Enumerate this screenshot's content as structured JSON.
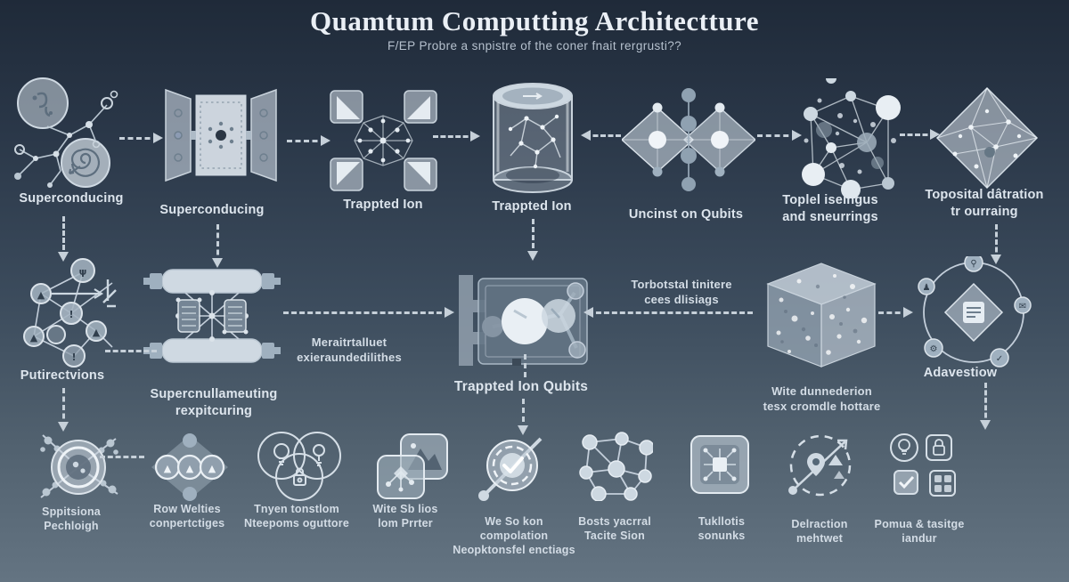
{
  "title": "Quamtum Computting Architectture",
  "subtitle": "F/EP Probre a snpistre of the coner fnait rergrusti??",
  "colors": {
    "background_top": "#1f2a39",
    "background_bottom": "#647482",
    "label_text": "#dde5ed",
    "subtitle_text": "#b6c1ce",
    "arrow": "#c6d0d9",
    "icon_light": "#dfe7ee",
    "icon_mid": "#a9b8c5"
  },
  "row1": {
    "items": [
      {
        "icon": "molecule-sketch-icon",
        "label": "Superconducing"
      },
      {
        "icon": "vacuum-chamber-icon",
        "label": "Superconducing"
      },
      {
        "icon": "ion-trap-x-icon",
        "label": "Trappted Ion"
      },
      {
        "icon": "glass-cylinder-icon",
        "label": "Trappted Ion"
      },
      {
        "icon": "twin-diamonds-icon",
        "label": "Uncinst on Qubits"
      },
      {
        "icon": "network-cluster-icon",
        "label": "Toplel iseingus\nand sneurrings"
      },
      {
        "icon": "facet-diamond-icon",
        "label": "Toposital dâtration\ntr ourraing"
      }
    ]
  },
  "row2": {
    "items": [
      {
        "icon": "badge-network-icon",
        "label": "Putirectvions"
      },
      {
        "icon": "roller-device-icon",
        "label": "Supercnullameuting\nrexpitcuring"
      },
      {
        "icon": "ion-plate-icon",
        "label": "Trappted Ion Qubits"
      },
      {
        "icon": "speckle-cube-icon",
        "label": "Wite dunnederion\ntesx cromdle hottare"
      },
      {
        "icon": "orbit-diamond-icon",
        "label": "Adavestiow"
      }
    ],
    "connector_labels": [
      {
        "label": "Meraitrtalluet\nexieraundedilithes"
      },
      {
        "label": "Torbotstal tinitere\ncees dlisiags"
      }
    ]
  },
  "row3": {
    "items": [
      {
        "icon": "hub-lens-icon",
        "label": "Sppitsiona\nPechloigh"
      },
      {
        "icon": "diamond-badges-icon",
        "label": "Row Welties\nconpertctiges"
      },
      {
        "icon": "venn-bulbs-icon",
        "label": "Tnyen tonstlom\nNteepoms oguttore"
      },
      {
        "icon": "photo-stack-icon",
        "label": "Wite Sb lios\nlom Prrter"
      },
      {
        "icon": "gauge-check-icon",
        "label": "We So kon\ncompolation\nNeopktonsfel enctiags"
      },
      {
        "icon": "node-lattice-icon",
        "label": "Bosts yacrral\nTacite Sion"
      },
      {
        "icon": "chip-network-icon",
        "label": "Tukllotis\nsonunks"
      },
      {
        "icon": "pin-dashed-circle-icon",
        "label": "Delraction\nmehtwet"
      },
      {
        "icon": "mini-icon-cluster-icon",
        "label": "Pomua & tasitge\niandur"
      }
    ]
  }
}
